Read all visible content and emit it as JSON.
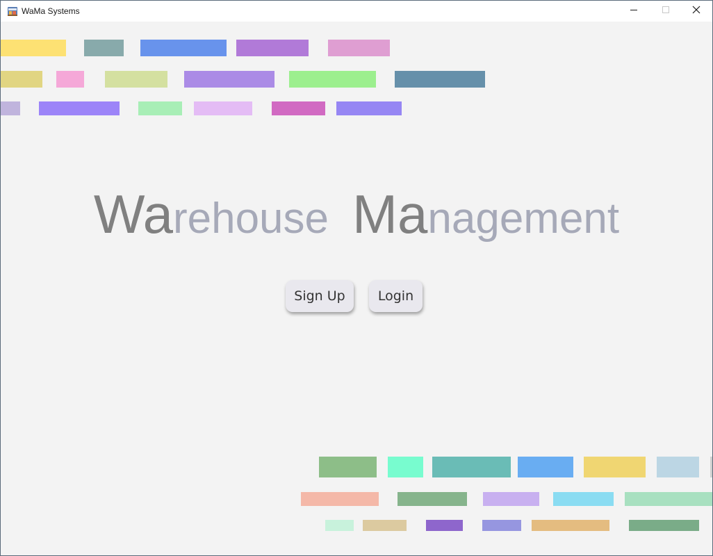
{
  "window": {
    "title": "WaMa Systems",
    "controls": {
      "minimize_icon": "minimize-icon",
      "maximize_icon": "maximize-icon",
      "close_icon": "close-icon"
    }
  },
  "headline": {
    "word1_emphasis": "Wa",
    "word1_rest": "rehouse",
    "word2_emphasis": "Ma",
    "word2_rest": "nagement"
  },
  "buttons": {
    "sign_up": "Sign Up",
    "login": "Login"
  },
  "colors": {
    "emphasis_text": "#808080",
    "rest_text": "#a6a9b8",
    "background": "#f3f3f3"
  }
}
